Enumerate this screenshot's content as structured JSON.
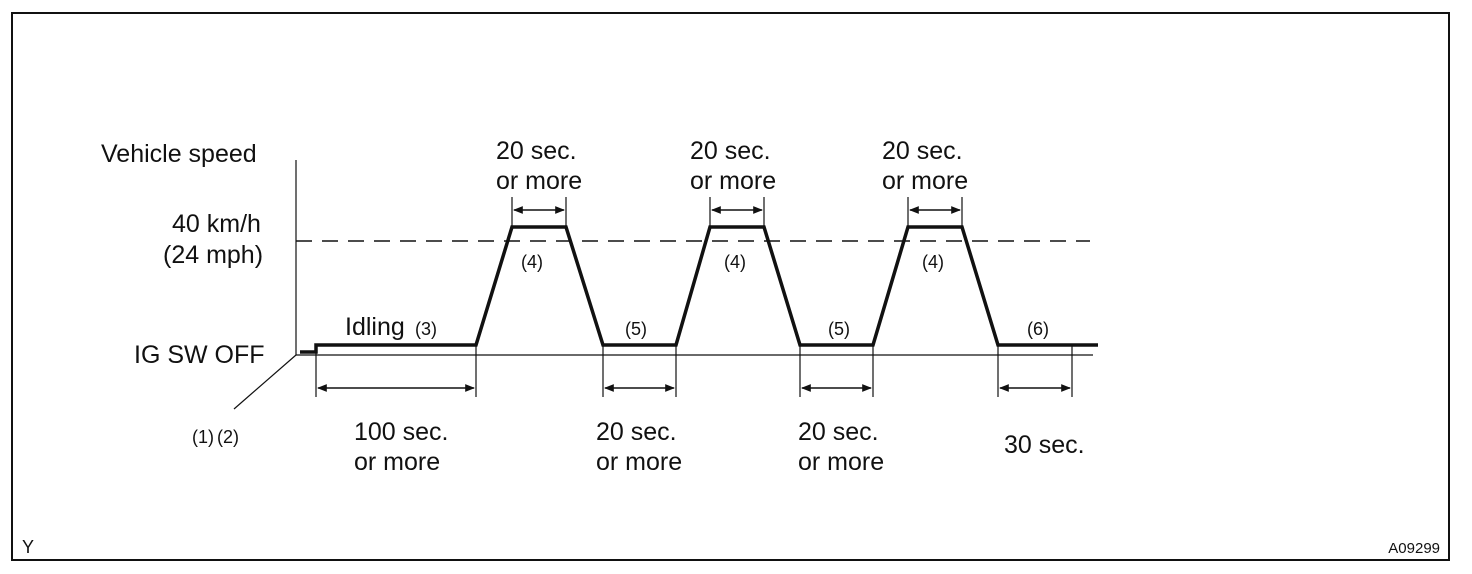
{
  "figure": {
    "corner_left": "Y",
    "corner_right": "A09299",
    "y_axis_label": "Vehicle speed",
    "speed_label": [
      "40 km/h",
      "(24 mph)"
    ],
    "baseline_label": "IG SW OFF",
    "start_label": "(1) (2)",
    "idling_label": "Idling",
    "idling_step": "(3)",
    "plateau_labels": [
      "(4)",
      "(4)",
      "(4)"
    ],
    "low_labels": [
      "(5)",
      "(5)",
      "(6)"
    ],
    "top_durations": [
      [
        "20 sec.",
        "or more"
      ],
      [
        "20 sec.",
        "or more"
      ],
      [
        "20 sec.",
        "or more"
      ]
    ],
    "bottom_durations": [
      [
        "100 sec.",
        "or more"
      ],
      [
        "20 sec.",
        "or more"
      ],
      [
        "20 sec.",
        "or more"
      ],
      [
        "30 sec."
      ]
    ]
  },
  "colors": {
    "ink": "#111111",
    "background": "#ffffff"
  }
}
